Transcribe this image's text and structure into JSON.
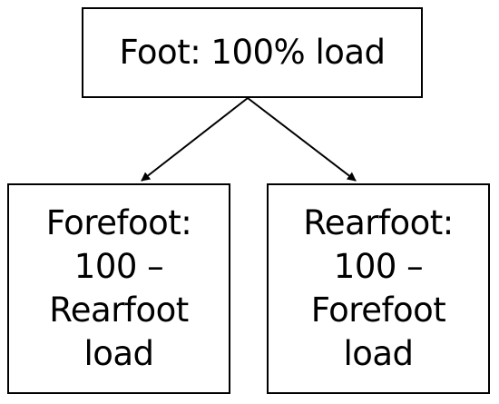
{
  "diagram": {
    "root": {
      "label": "Foot: 100% load"
    },
    "children": [
      {
        "lines": [
          "Forefoot:",
          "100 –",
          "Rearfoot",
          "load"
        ]
      },
      {
        "lines": [
          "Rearfoot:",
          "100 –",
          "Forefoot",
          "load"
        ]
      }
    ],
    "colors": {
      "stroke": "#000000",
      "background": "#ffffff"
    }
  }
}
